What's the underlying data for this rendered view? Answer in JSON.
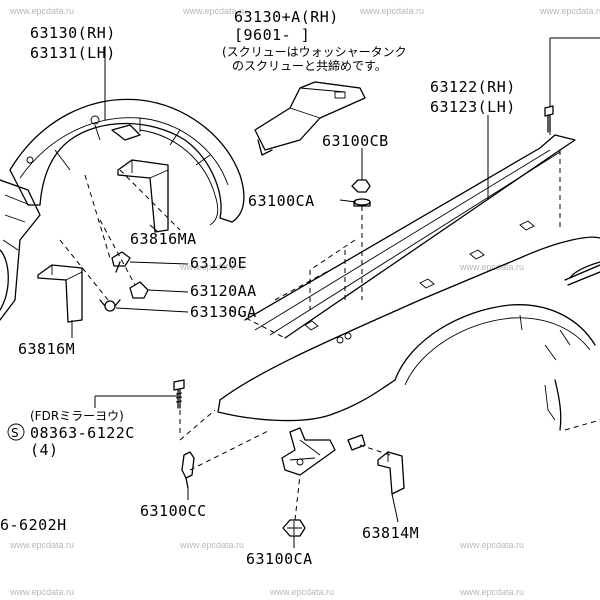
{
  "labels": {
    "p63130_rh": "63130(RH)",
    "p63131_lh": "63131(LH)",
    "p63130a_rh": "63130+A(RH)",
    "p9601": "[9601-      ]",
    "jp_note_1": "(スクリューはウォッシャータンク",
    "jp_note_2": "のスクリューと共締めです。",
    "p63122_rh": "63122(RH)",
    "p63123_lh": "63123(LH)",
    "p63100cb": "63100CB",
    "p63100ca_top": "63100CA",
    "p63816ma": "63816MA",
    "p63120e": "63120E",
    "p63120aa": "63120AA",
    "p63130ga": "63130GA",
    "p63816m": "63816M",
    "fdr_note": "(FDRミラーヨウ)",
    "screw_symbol": "S",
    "p08363": "08363-6122C",
    "qty4": "(4)",
    "p6202h": "6-6202H",
    "p63100cc": "63100CC",
    "p63814m": "63814M",
    "p63100ca_bottom": "63100CA"
  },
  "watermark": "www.epcdata.ru"
}
